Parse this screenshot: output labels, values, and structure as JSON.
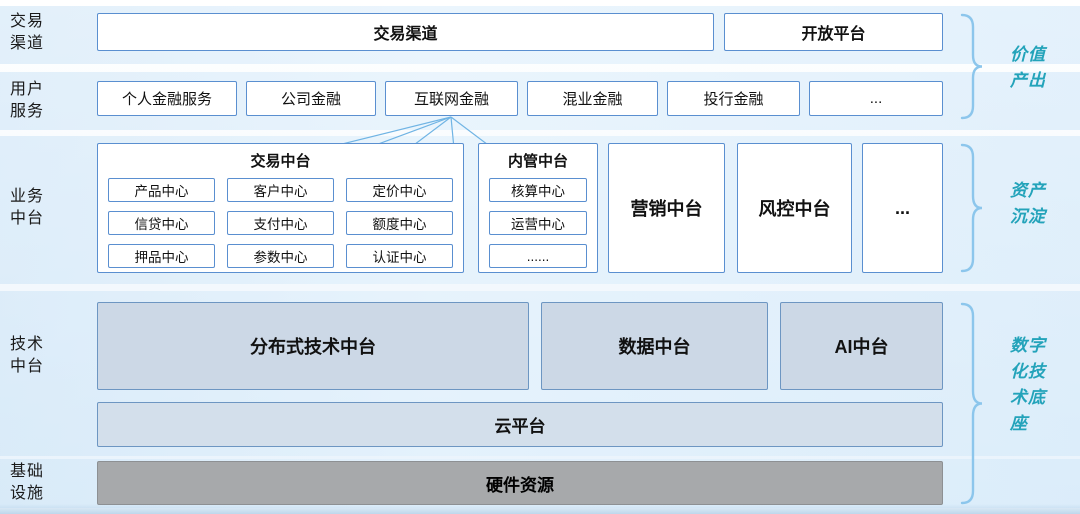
{
  "layers": {
    "channel": {
      "left_label": "交易渠道",
      "boxes": [
        "交易渠道",
        "开放平台"
      ]
    },
    "user": {
      "left_label": "用户服务",
      "boxes": [
        "个人金融服务",
        "公司金融",
        "互联网金融",
        "混业金融",
        "投行金融",
        "..."
      ]
    },
    "business": {
      "left_label": "业务中台",
      "trade_group": {
        "title": "交易中台",
        "items": [
          "产品中心",
          "客户中心",
          "定价中心",
          "信贷中心",
          "支付中心",
          "额度中心",
          "押品中心",
          "参数中心",
          "认证中心"
        ]
      },
      "internal_group": {
        "title": "内管中台",
        "items": [
          "核算中心",
          "运营中心",
          "......"
        ]
      },
      "marketing": "营销中台",
      "risk": "风控中台",
      "more": "..."
    },
    "tech": {
      "left_label": "技术中台",
      "boxes": [
        "分布式技术中台",
        "数据中台",
        "AI中台"
      ],
      "cloud": "云平台"
    },
    "infra": {
      "left_label": "基础设施",
      "hardware": "硬件资源"
    }
  },
  "right_labels": [
    "价值产出",
    "资产沉淀",
    "数字化技术底座"
  ],
  "colors": {
    "box_border": "#5a8fd0",
    "tech_fill": "#ccd8e6",
    "hardware_fill": "#a7a9ab",
    "band_fill": "#d9eaf8",
    "right_label_text": "#23a3ba",
    "bracket": "#8cc6ec",
    "connector": "#70b4e4"
  }
}
